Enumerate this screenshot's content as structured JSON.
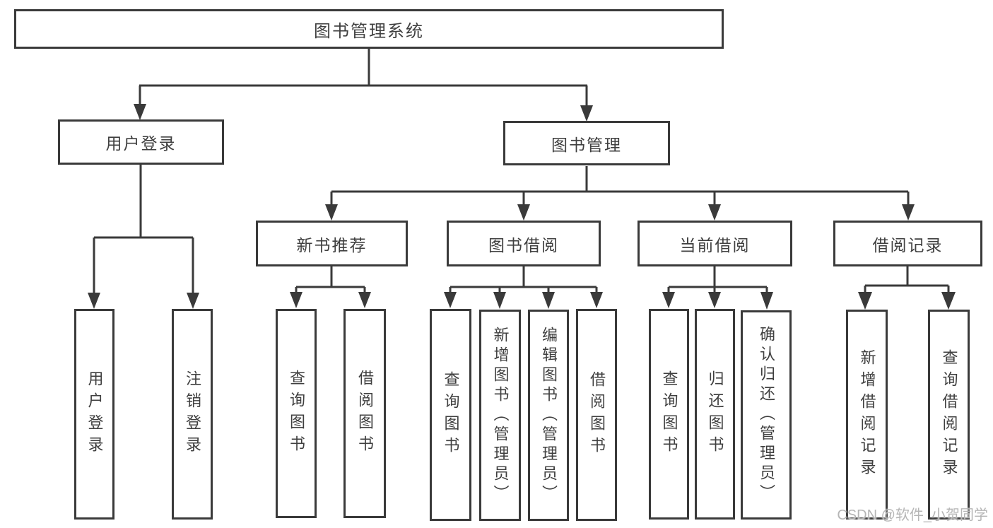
{
  "diagram_type": "hierarchy-tree",
  "tree": {
    "label": "图书管理系统",
    "children": [
      {
        "label": "用户登录",
        "children": [
          {
            "label": "用户登录"
          },
          {
            "label": "注销登录"
          }
        ]
      },
      {
        "label": "图书管理",
        "children": [
          {
            "label": "新书推荐",
            "children": [
              {
                "label": "查询图书"
              },
              {
                "label": "借阅图书"
              }
            ]
          },
          {
            "label": "图书借阅",
            "children": [
              {
                "label": "查询图书"
              },
              {
                "label": "新增图书（管理员）"
              },
              {
                "label": "编辑图书（管理员）"
              },
              {
                "label": "借阅图书"
              }
            ]
          },
          {
            "label": "当前借阅",
            "children": [
              {
                "label": "查询图书"
              },
              {
                "label": "归还图书"
              },
              {
                "label": "确认归还（管理员）"
              }
            ]
          },
          {
            "label": "借阅记录",
            "children": [
              {
                "label": "新增借阅记录"
              },
              {
                "label": "查询借阅记录"
              }
            ]
          }
        ]
      }
    ]
  },
  "watermark": "CSDN @软件_小贺同学",
  "colors": {
    "line": "#3a3a3a",
    "text": "#3f3f3f",
    "background": "#ffffff",
    "watermark": "#b5b5b5"
  }
}
